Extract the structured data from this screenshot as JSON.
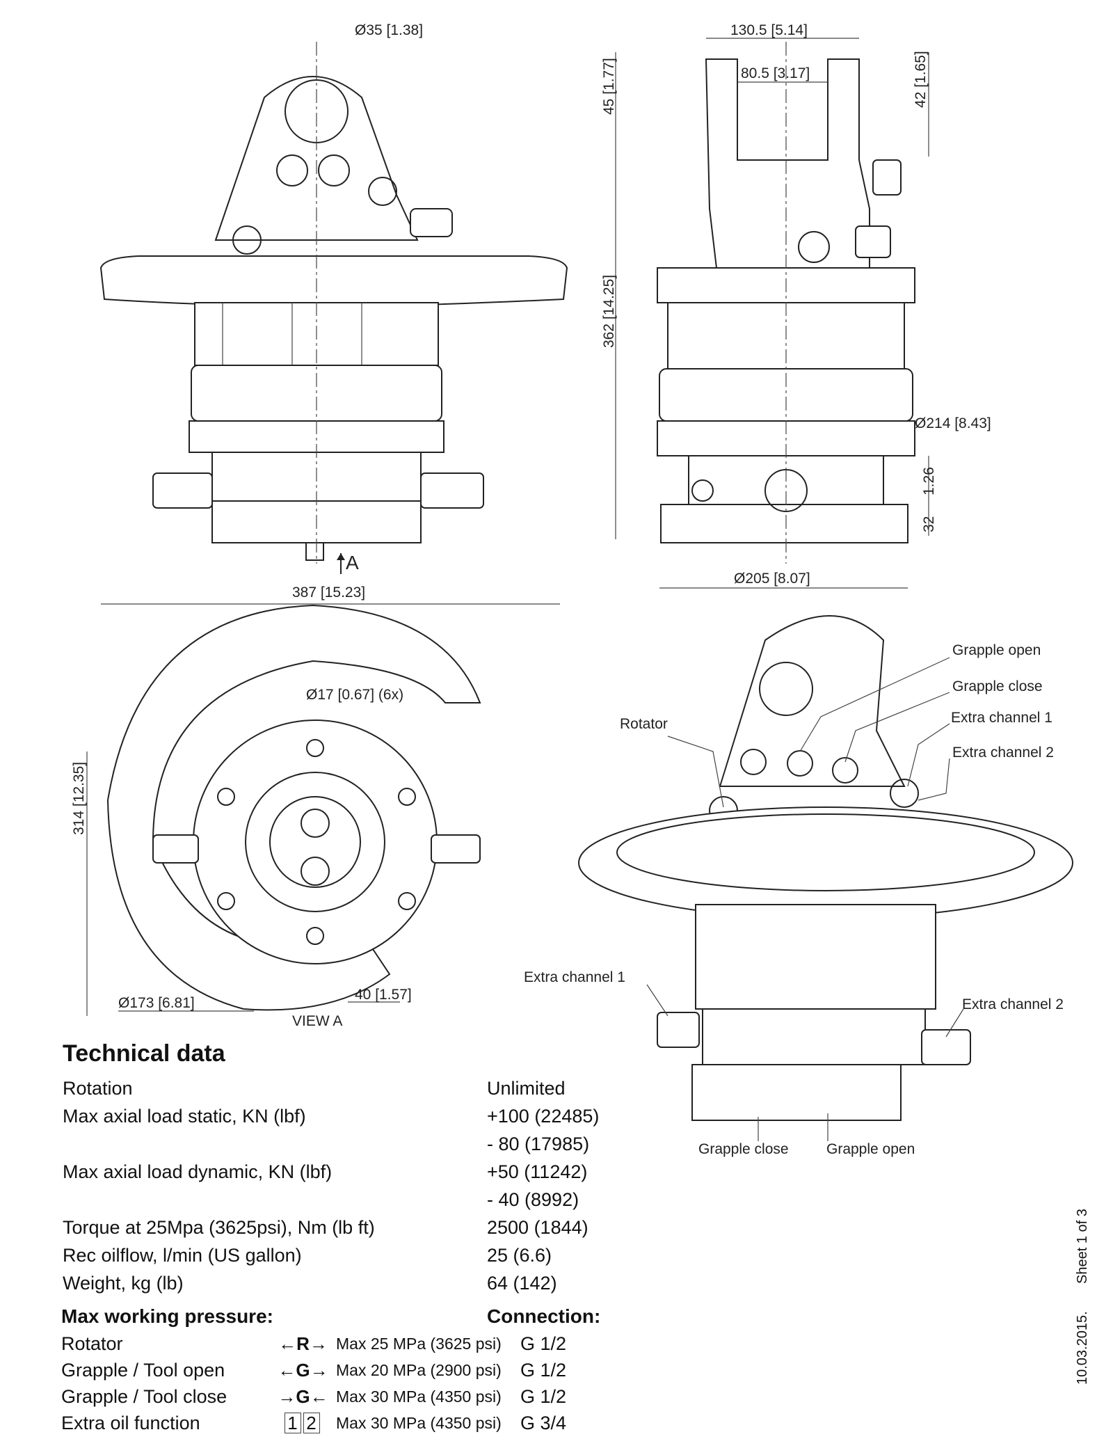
{
  "dimensions": {
    "d35": "Ø35 [1.38]",
    "w130": "130.5 [5.14]",
    "w80": "80.5 [3.17]",
    "h45": "45 [1.77]",
    "h42": "42 [1.65]",
    "h362": "362 [14.25]",
    "d214": "Ø214 [8.43]",
    "h126": "1.26",
    "h32": "32",
    "d205": "Ø205 [8.07]",
    "view_arrow": "A",
    "w387": "387 [15.23]",
    "h314": "314 [12.35]",
    "d17": "Ø17 [0.67]  (6x)",
    "d173": "Ø173 [6.81]",
    "w40": "40 [1.57]",
    "view_label": "VIEW A"
  },
  "callouts": {
    "grapple_open": "Grapple open",
    "grapple_close": "Grapple close",
    "extra1": "Extra channel 1",
    "extra2": "Extra channel 2",
    "rotator": "Rotator",
    "extra1_bottom": "Extra channel 1",
    "extra2_bottom": "Extra channel 2",
    "grapple_close_bottom": "Grapple close",
    "grapple_open_bottom": "Grapple open"
  },
  "technical_data": {
    "title": "Technical data",
    "rows": [
      {
        "label": "Rotation",
        "value": "Unlimited"
      },
      {
        "label": "Max axial load static, KN (lbf)",
        "value": "+100 (22485)"
      },
      {
        "label": "",
        "value": "- 80 (17985)"
      },
      {
        "label": "Max axial load dynamic, KN (lbf)",
        "value": "+50 (11242)"
      },
      {
        "label": "",
        "value": "- 40 (8992)"
      },
      {
        "label": "Torque at 25Mpa (3625psi), Nm (lb ft)",
        "value": "2500 (1844)"
      },
      {
        "label": "Rec oilflow, l/min (US gallon)",
        "value": "25 (6.6)"
      },
      {
        "label": "Weight, kg (lb)",
        "value": "64 (142)"
      }
    ]
  },
  "pressure": {
    "title": "Max working pressure:",
    "connection_title": "Connection:",
    "rows": [
      {
        "label": "Rotator",
        "symbol": "←R→",
        "pressure": "Max 25 MPa (3625 psi)",
        "connection": "G 1/2"
      },
      {
        "label": "Grapple / Tool open",
        "symbol": "←G→",
        "pressure": "Max 20 MPa (2900 psi)",
        "connection": "G 1/2"
      },
      {
        "label": "Grapple / Tool close",
        "symbol": "→G←",
        "pressure": "Max 30 MPa (4350 psi)",
        "connection": "G 1/2"
      },
      {
        "label": "Extra oil function",
        "symbol_boxes": [
          "1",
          "2"
        ],
        "pressure": "Max 30 MPa (4350 psi)",
        "connection": "G 3/4"
      }
    ]
  },
  "sheet": {
    "date": "10.03.2015.",
    "sheet": "Sheet 1 of 3"
  }
}
